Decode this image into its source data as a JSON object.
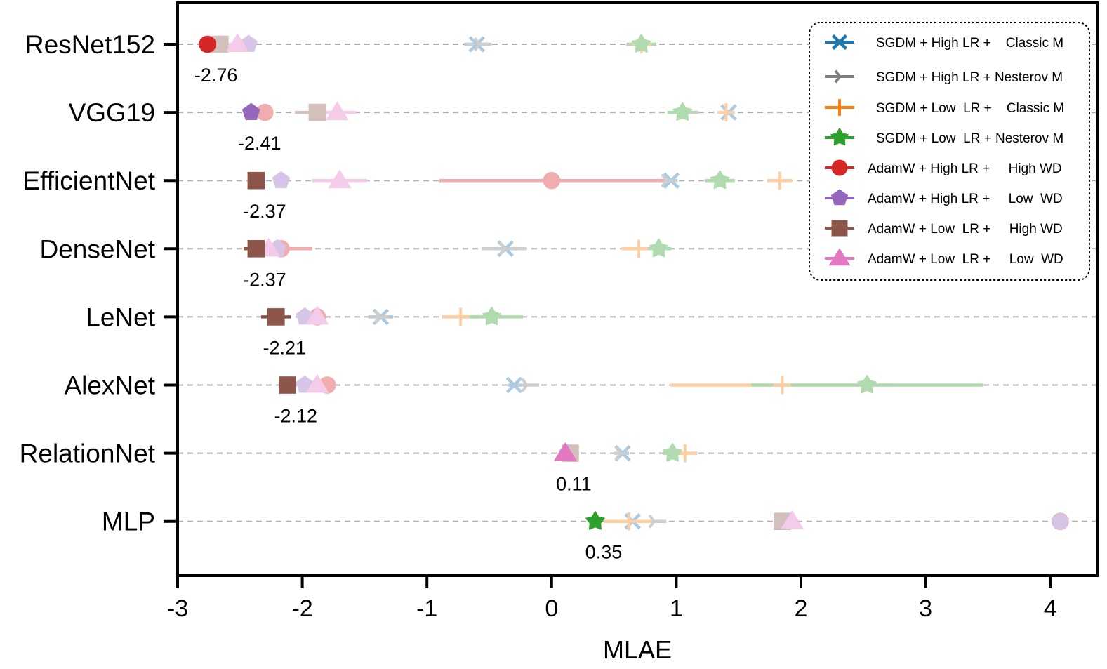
{
  "chart_data": {
    "type": "scatter",
    "xlabel": "MLAE",
    "xlim": [
      -3,
      4.4
    ],
    "x_ticks": [
      -3,
      -2,
      -1,
      0,
      1,
      2,
      3,
      4
    ],
    "x_tick_labels": [
      "-3",
      "-2",
      "-1",
      "0",
      "1",
      "2",
      "3",
      "4"
    ],
    "grid": "horizontal dashed",
    "legend_position": "top-right",
    "categories": [
      "ResNet152",
      "VGG19",
      "EfficientNet",
      "DenseNet",
      "LeNet",
      "AlexNet",
      "RelationNet",
      "MLP"
    ],
    "series": [
      {
        "name": "SGDM + High LR +    Classic M",
        "color": "#1f77b4",
        "marker": "x",
        "values": [
          -0.6,
          1.42,
          0.96,
          -0.37,
          -1.37,
          -0.3,
          0.57,
          0.65
        ],
        "err": [
          0.1,
          0.05,
          0.05,
          0.1,
          0.1,
          0.05,
          0.05,
          0.08
        ]
      },
      {
        "name": "SGDM + High LR + Nesterov M",
        "color": "#7f7f7f",
        "marker": "tri-left",
        "values": [
          -0.58,
          1.08,
          0.92,
          -0.38,
          -1.38,
          -0.2,
          0.55,
          0.82
        ],
        "err": [
          0.1,
          0.1,
          0.08,
          0.18,
          0.08,
          0.1,
          0.05,
          0.1
        ]
      },
      {
        "name": "SGDM + Low  LR +    Classic M",
        "color": "#ff7f0e",
        "marker": "plus",
        "values": [
          0.72,
          1.4,
          1.83,
          0.7,
          -0.73,
          1.85,
          1.07,
          0.62
        ],
        "err": [
          0.12,
          0.06,
          0.1,
          0.14,
          0.15,
          0.9,
          0.1,
          0.2
        ]
      },
      {
        "name": "SGDM + Low  LR + Nesterov M",
        "color": "#2ca02c",
        "marker": "star",
        "values": [
          0.72,
          1.05,
          1.35,
          0.86,
          -0.48,
          2.53,
          0.97,
          0.35
        ],
        "err": [
          0.12,
          0.12,
          0.12,
          0.1,
          0.25,
          0.93,
          0.08,
          0.05
        ]
      },
      {
        "name": "AdamW + High LR +     High WD",
        "color": "#d62728",
        "marker": "circle",
        "values": [
          -2.76,
          -2.3,
          0.0,
          -2.17,
          -1.88,
          -1.8,
          0.15,
          4.08
        ],
        "err": [
          0.05,
          0.05,
          0.9,
          0.25,
          0.05,
          0.05,
          0.05,
          0.05
        ]
      },
      {
        "name": "AdamW + High LR +     Low  WD",
        "color": "#9467bd",
        "marker": "pentagon",
        "values": [
          -2.43,
          -2.41,
          -2.17,
          -2.2,
          -1.98,
          -1.98,
          0.13,
          4.08
        ],
        "err": [
          0.05,
          0.05,
          0.05,
          0.05,
          0.05,
          0.05,
          0.05,
          0.05
        ]
      },
      {
        "name": "AdamW + Low  LR +     High WD",
        "color": "#8c564b",
        "marker": "square",
        "values": [
          -2.66,
          -1.88,
          -2.37,
          -2.37,
          -2.21,
          -2.12,
          0.15,
          1.85
        ],
        "err": [
          0.05,
          0.18,
          0.05,
          0.1,
          0.12,
          0.05,
          0.05,
          0.05
        ]
      },
      {
        "name": "AdamW + Low  LR +     Low  WD",
        "color": "#e377c2",
        "marker": "triangle",
        "values": [
          -2.52,
          -1.72,
          -1.7,
          -2.27,
          -1.88,
          -1.88,
          0.11,
          1.93
        ],
        "err": [
          0.15,
          0.15,
          0.22,
          0.05,
          0.05,
          0.05,
          0.05,
          0.05
        ]
      }
    ],
    "annotations": [
      {
        "category": "ResNet152",
        "text": "-2.76"
      },
      {
        "category": "VGG19",
        "text": "-2.41"
      },
      {
        "category": "EfficientNet",
        "text": "-2.37"
      },
      {
        "category": "DenseNet",
        "text": "-2.37"
      },
      {
        "category": "LeNet",
        "text": "-2.21"
      },
      {
        "category": "AlexNet",
        "text": "-2.12"
      },
      {
        "category": "RelationNet",
        "text": "0.11"
      },
      {
        "category": "MLP",
        "text": "0.35"
      }
    ],
    "best_series_per_category": [
      4,
      5,
      6,
      6,
      6,
      6,
      7,
      3
    ]
  }
}
